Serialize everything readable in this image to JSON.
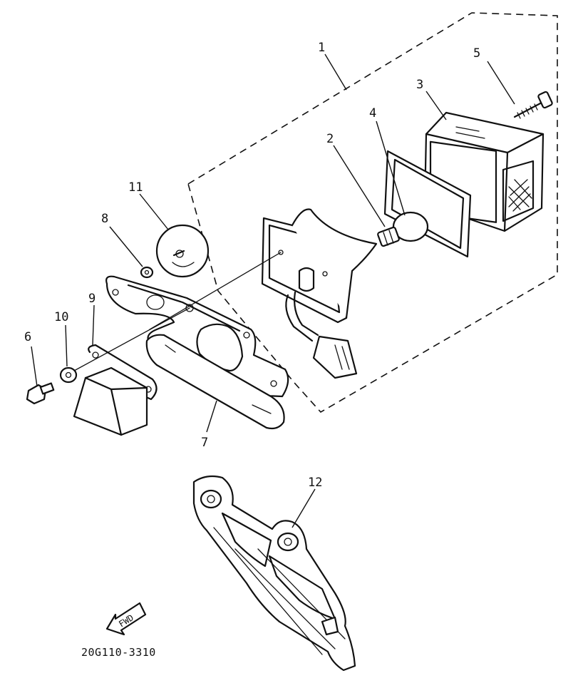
{
  "callouts": {
    "c1": "1",
    "c2": "2",
    "c3": "3",
    "c4": "4",
    "c5": "5",
    "c6": "6",
    "c7": "7",
    "c8": "8",
    "c9": "9",
    "c10": "10",
    "c11": "11",
    "c12": "12"
  },
  "fwd_arrow_text": "FWD",
  "drawing_code": "20G110-3310"
}
